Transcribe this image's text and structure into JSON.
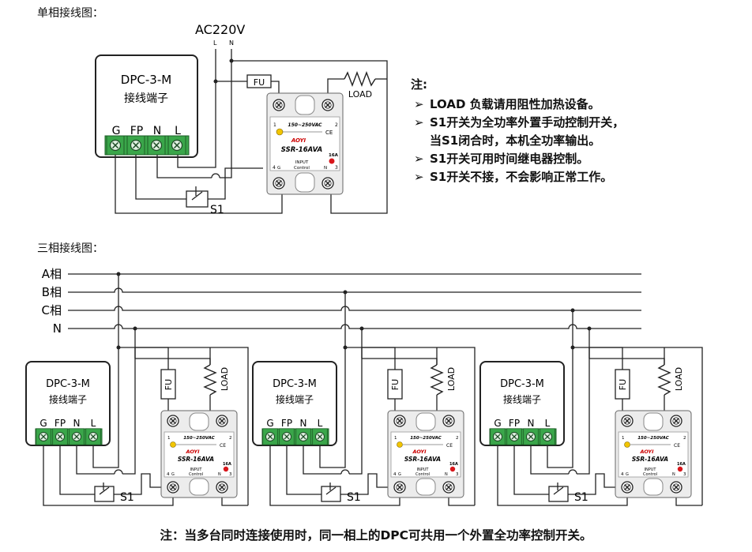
{
  "single_phase": {
    "section_title": "单相接线图：",
    "supply_label": "AC220V",
    "supply_l": "L",
    "supply_n": "N",
    "dpc": {
      "model": "DPC-3-M",
      "subtitle": "接线端子",
      "terminals": [
        "G",
        "FP",
        "N",
        "L"
      ]
    },
    "fuse_label": "FU",
    "load_label": "LOAD",
    "switch_label": "S1",
    "ssr": {
      "voltage": "150~250VAC",
      "brand": "AOYI",
      "model": "SSR-16AVA",
      "current": "16A",
      "input_label": "INPUT",
      "control_label": "Control",
      "pin1": "1",
      "pin2": "2",
      "pin3": "3",
      "pin4": "4",
      "g_label": "G",
      "n_label": "N",
      "ce": "CE"
    }
  },
  "notes": {
    "heading": "注:",
    "items": [
      "LOAD 负载请用阻性加热设备。",
      "S1开关为全功率外置手动控制开关，",
      "当S1闭合时，本机全功率输出。",
      "S1开关可用时间继电器控制。",
      "S1开关不接，不会影响正常工作。"
    ],
    "bullet": "➢"
  },
  "three_phase": {
    "section_title": "三相接线图：",
    "phase_labels": [
      "A相",
      "B相",
      "C相",
      "N"
    ],
    "units_count": 3
  },
  "footer_note": "注：当多台同时连接使用时，同一相上的DPC可共用一个外置全功率控制开关。"
}
